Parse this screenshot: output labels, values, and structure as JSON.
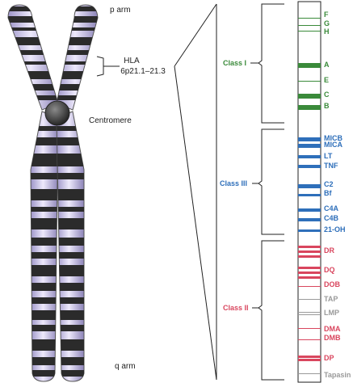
{
  "labels": {
    "p_arm": "p arm",
    "q_arm": "q arm",
    "hla_line1": "HLA",
    "hla_line2": "6p21.1–21.3",
    "centromere": "Centromere"
  },
  "classes": [
    {
      "name": "Class I",
      "color": "#3a8a3a"
    },
    {
      "name": "Class III",
      "color": "#2e6fba"
    },
    {
      "name": "Class II",
      "color": "#d9465e"
    }
  ],
  "genes": [
    {
      "name": "F",
      "class": 0
    },
    {
      "name": "G",
      "class": 0
    },
    {
      "name": "H",
      "class": 0
    },
    {
      "name": "A",
      "class": 0
    },
    {
      "name": "E",
      "class": 0
    },
    {
      "name": "C",
      "class": 0
    },
    {
      "name": "B",
      "class": 0
    },
    {
      "name": "MICB",
      "class": 1
    },
    {
      "name": "MICA",
      "class": 1
    },
    {
      "name": "LT",
      "class": 1
    },
    {
      "name": "TNF",
      "class": 1
    },
    {
      "name": "C2",
      "class": 1
    },
    {
      "name": "Bf",
      "class": 1
    },
    {
      "name": "C4A",
      "class": 1
    },
    {
      "name": "C4B",
      "class": 1
    },
    {
      "name": "21-OH",
      "class": 1
    },
    {
      "name": "DR",
      "class": 2
    },
    {
      "name": "DQ",
      "class": 2
    },
    {
      "name": "DOB",
      "class": 2
    },
    {
      "name": "TAP",
      "class": 3
    },
    {
      "name": "LMP",
      "class": 3
    },
    {
      "name": "DMA",
      "class": 2
    },
    {
      "name": "DMB",
      "class": 2
    },
    {
      "name": "DP",
      "class": 2
    },
    {
      "name": "Tapasin",
      "class": 3
    }
  ],
  "colors": {
    "gray": "#9a9a9a",
    "chrom_light": "#c9c3e6",
    "chrom_dark": "#2b2b2b",
    "outline": "#333333"
  }
}
